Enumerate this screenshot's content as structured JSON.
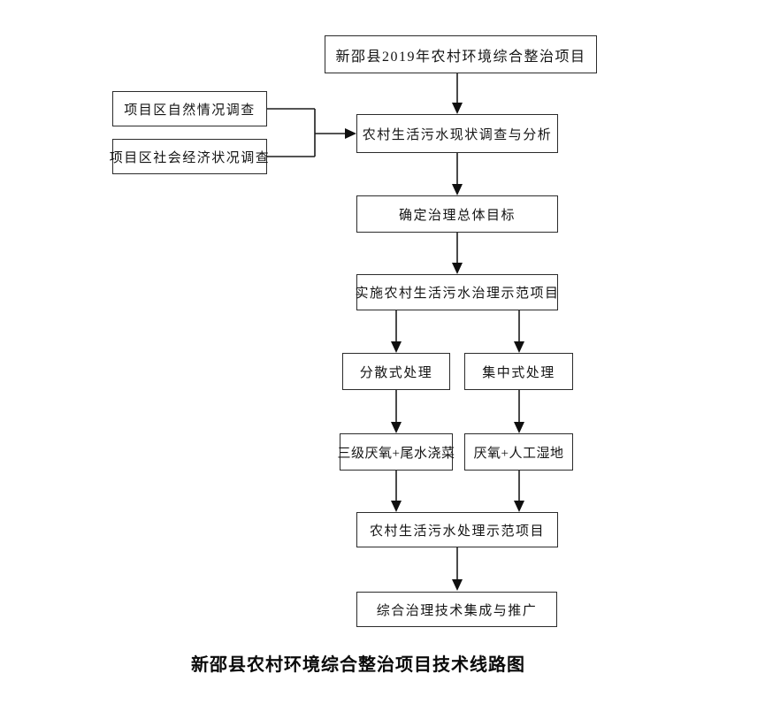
{
  "diagram": {
    "type": "flowchart",
    "caption": "新邵县农村环境综合整治项目技术线路图",
    "colors": {
      "line": "#1c1c1c",
      "box_border": "#2b2b2b",
      "text": "#141414",
      "background": "#ffffff"
    },
    "nodes": {
      "root": {
        "label": "新邵县2019年农村环境综合整治项目"
      },
      "survey_natural": {
        "label": "项目区自然情况调查"
      },
      "survey_socioeconomic": {
        "label": "项目区社会经济状况调查"
      },
      "status_analysis": {
        "label": "农村生活污水现状调查与分析"
      },
      "overall_goal": {
        "label": "确定治理总体目标"
      },
      "demo_implementation": {
        "label": "实施农村生活污水治理示范项目"
      },
      "decentralized": {
        "label": "分散式处理"
      },
      "centralized": {
        "label": "集中式处理"
      },
      "tertiary_anaerobic": {
        "label": "三级厌氧+尾水浇菜"
      },
      "anaerobic_wetland": {
        "label": "厌氧+人工湿地"
      },
      "treatment_demo": {
        "label": "农村生活污水处理示范项目"
      },
      "tech_integration": {
        "label": "综合治理技术集成与推广"
      }
    },
    "edges": [
      {
        "from": "root",
        "to": "status_analysis"
      },
      {
        "from": "survey_natural",
        "to": "status_analysis"
      },
      {
        "from": "survey_socioeconomic",
        "to": "status_analysis"
      },
      {
        "from": "status_analysis",
        "to": "overall_goal"
      },
      {
        "from": "overall_goal",
        "to": "demo_implementation"
      },
      {
        "from": "demo_implementation",
        "to": "decentralized"
      },
      {
        "from": "demo_implementation",
        "to": "centralized"
      },
      {
        "from": "decentralized",
        "to": "tertiary_anaerobic"
      },
      {
        "from": "centralized",
        "to": "anaerobic_wetland"
      },
      {
        "from": "tertiary_anaerobic",
        "to": "treatment_demo"
      },
      {
        "from": "anaerobic_wetland",
        "to": "treatment_demo"
      },
      {
        "from": "treatment_demo",
        "to": "tech_integration"
      }
    ]
  }
}
